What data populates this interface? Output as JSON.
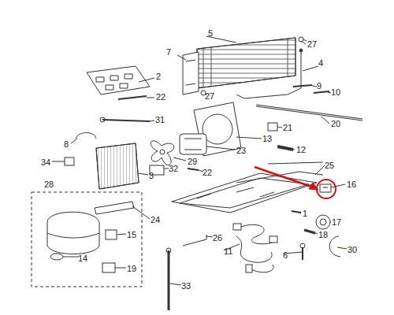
{
  "diagram": {
    "labels": [
      "5",
      "27",
      "7",
      "2",
      "4",
      "22",
      "9",
      "10",
      "27",
      "31",
      "21",
      "20",
      "8",
      "13",
      "23",
      "12",
      "29",
      "22",
      "34",
      "3",
      "32",
      "25",
      "28",
      "16",
      "24",
      "1",
      "17",
      "15",
      "18",
      "26",
      "14",
      "19",
      "6",
      "11",
      "30",
      "33"
    ]
  }
}
